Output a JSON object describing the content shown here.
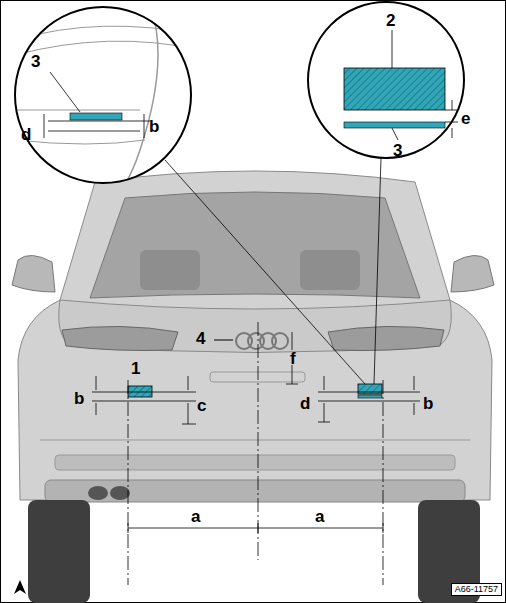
{
  "diagram": {
    "labels": [
      "3",
      "d",
      "b",
      "2",
      "e",
      "3",
      "1",
      "4",
      "f",
      "b",
      "c",
      "d",
      "b",
      "a",
      "a",
      "A66-11757"
    ]
  }
}
